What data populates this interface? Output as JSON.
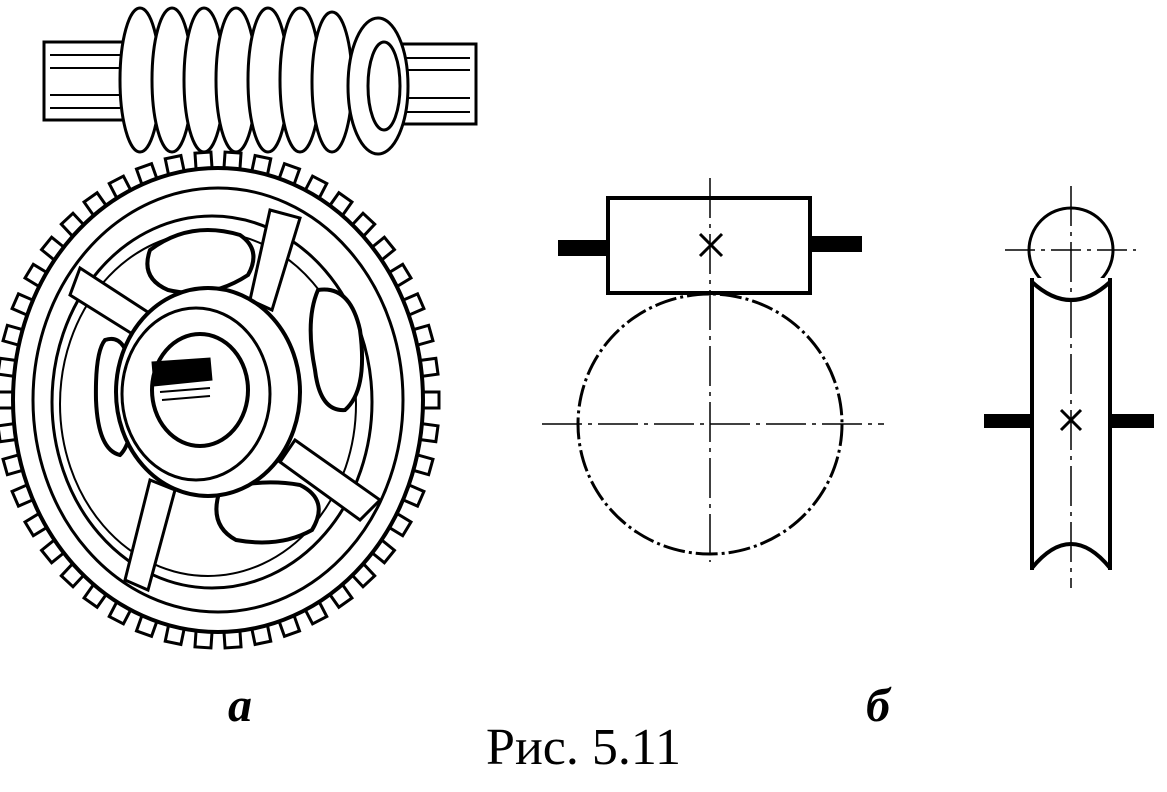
{
  "figure": {
    "caption": "Рис. 5.11",
    "panels": [
      {
        "id": "a",
        "label": "а"
      },
      {
        "id": "b",
        "label": "б"
      }
    ]
  }
}
